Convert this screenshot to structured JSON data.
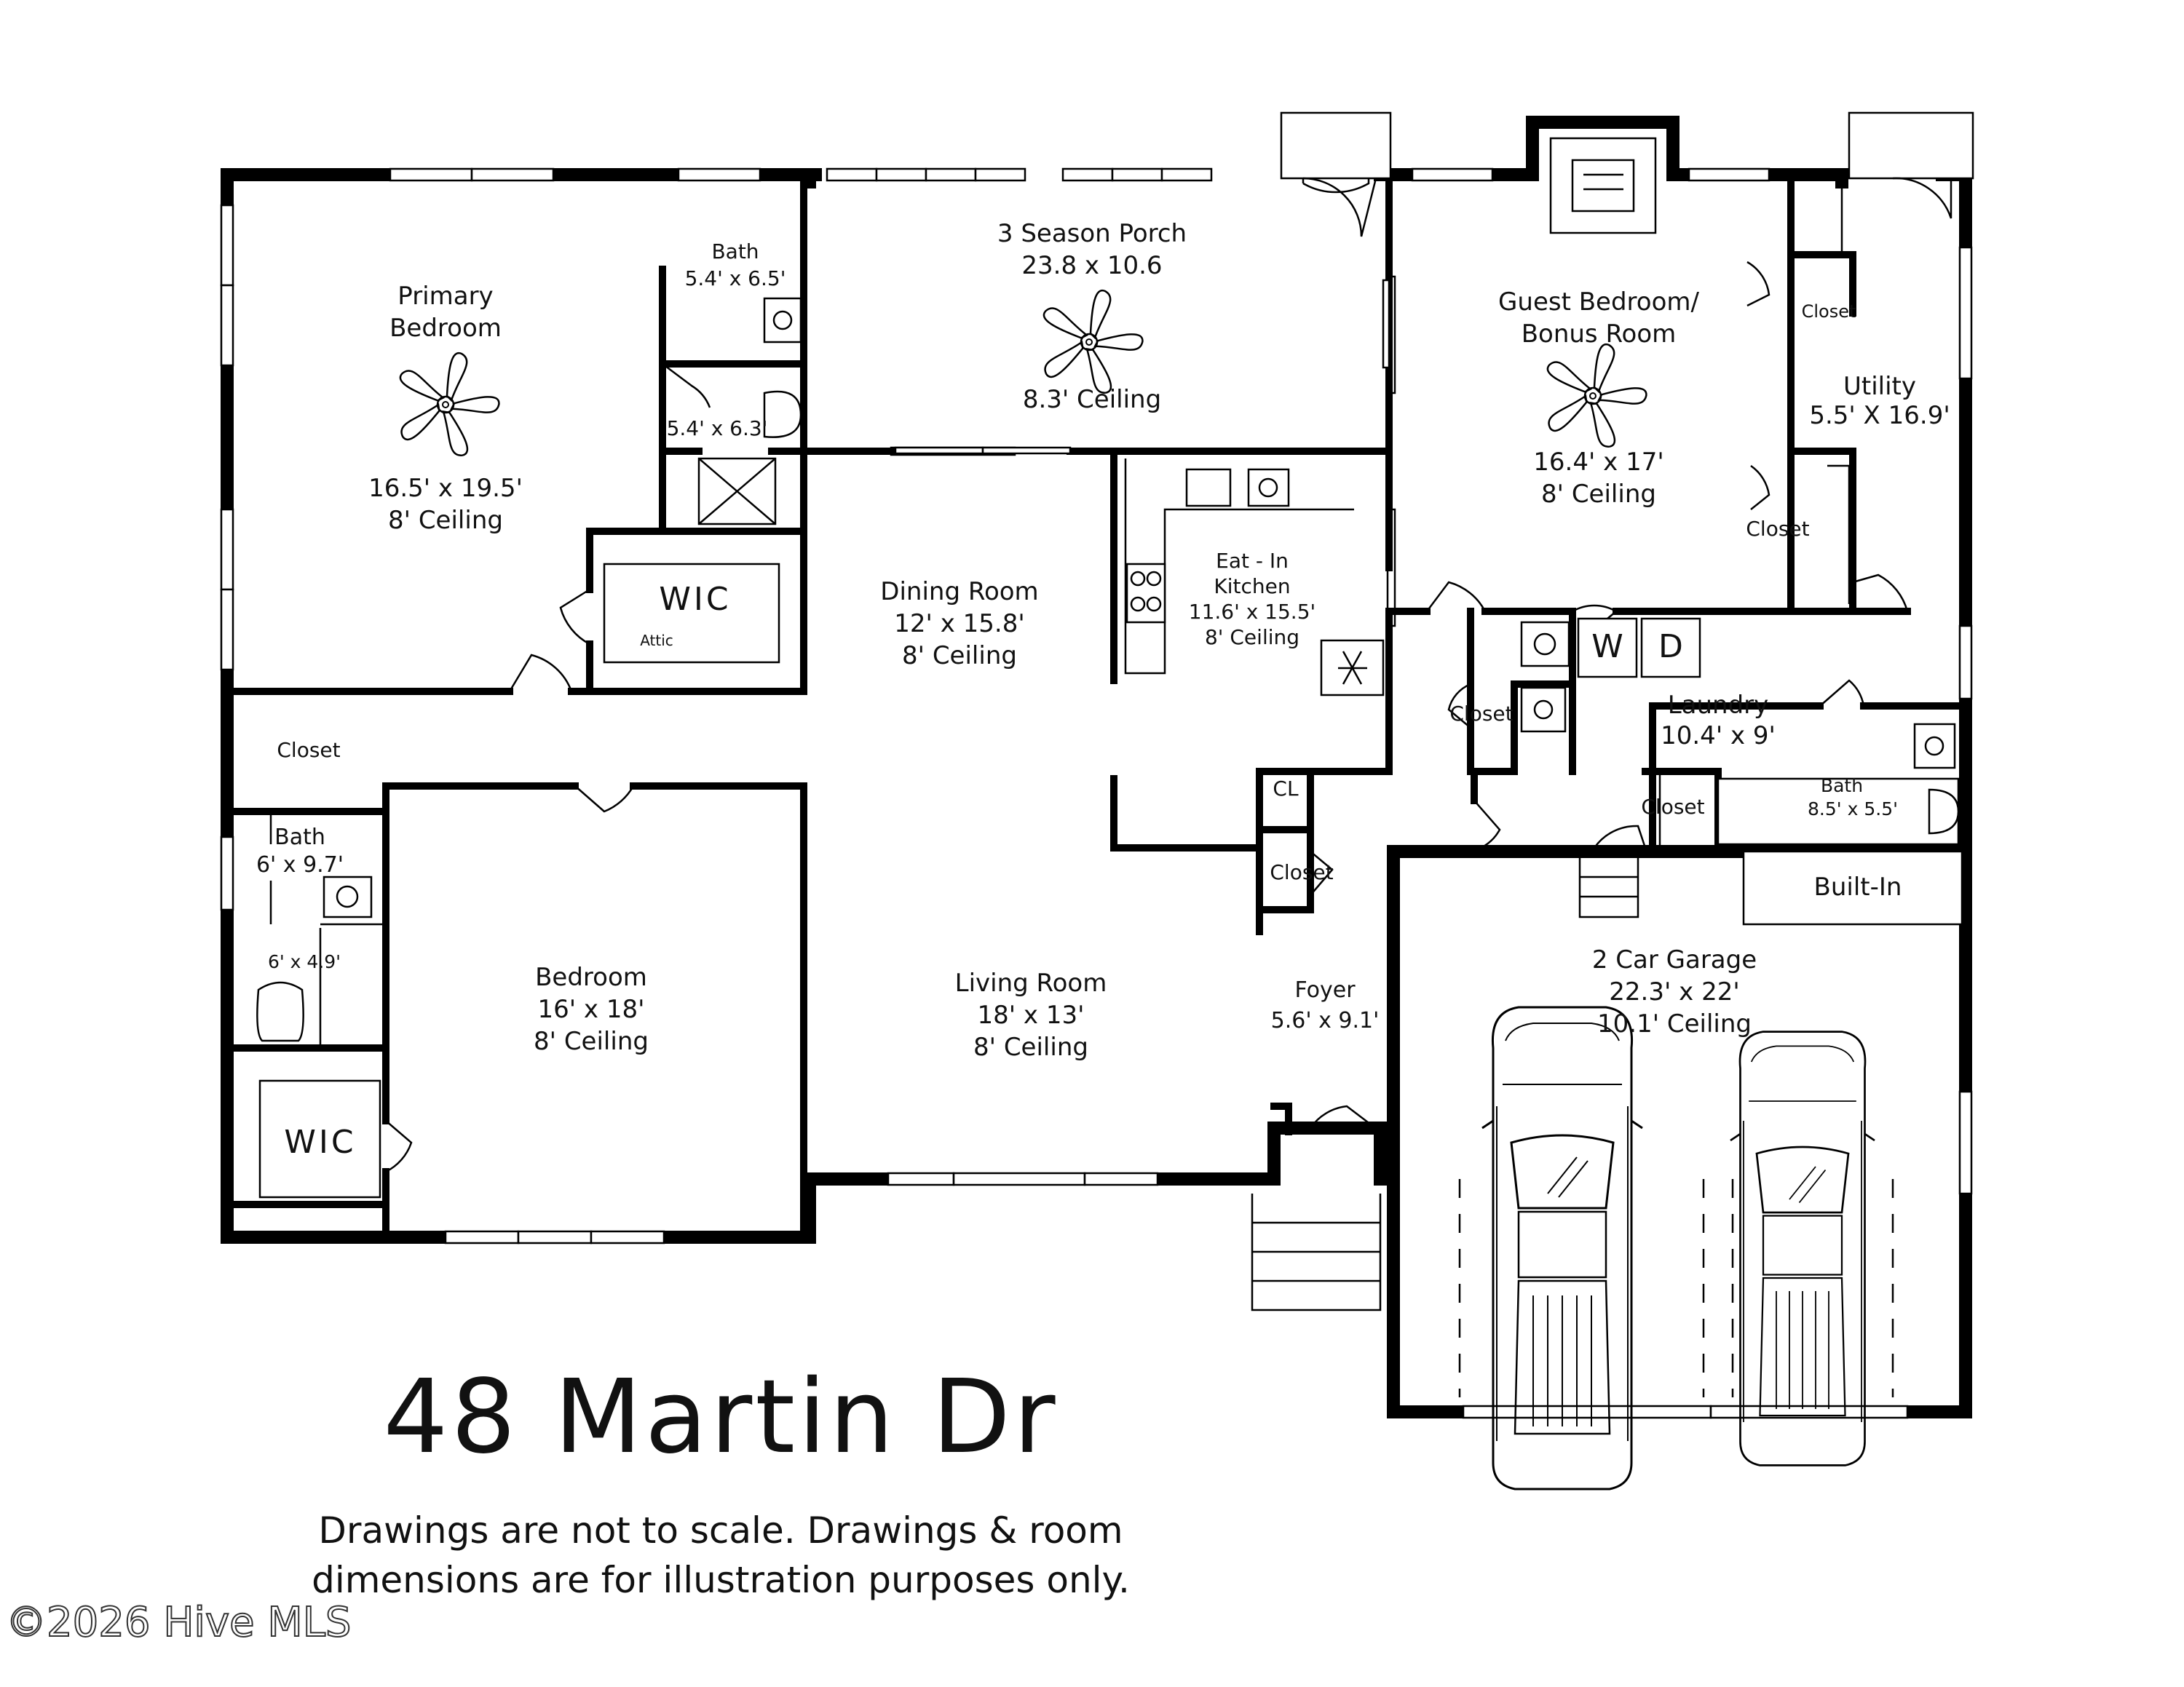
{
  "title": "48 Martin Dr",
  "disclaimer": {
    "line1": "Drawings are not to scale. Drawings & room",
    "line2": "dimensions are for illustration purposes only."
  },
  "watermark": "©2026 Hive MLS",
  "rooms": {
    "primary_bedroom": {
      "name1": "Primary",
      "name2": "Bedroom",
      "dims": "16.5' x 19.5'",
      "ceiling": "8' Ceiling"
    },
    "primary_bath": {
      "name": "Bath",
      "dims": "5.4' x 6.5'"
    },
    "primary_shower": {
      "dims": "5.4' x 6.3'"
    },
    "primary_wic": {
      "name": "WIC",
      "attic": "Attic"
    },
    "porch": {
      "name": "3 Season Porch",
      "dims": "23.8 x 10.6",
      "ceiling": "8.3' Ceiling"
    },
    "guest_bedroom": {
      "name1": "Guest Bedroom/",
      "name2": "Bonus Room",
      "dims": "16.4' x 17'",
      "ceiling": "8' Ceiling"
    },
    "utility": {
      "name": "Utility",
      "dims": "5.5' X 16.9'",
      "closet_top": "Closet",
      "closet_lower": "Closet"
    },
    "dining_room": {
      "name": "Dining Room",
      "dims": "12' x 15.8'",
      "ceiling": "8' Ceiling"
    },
    "kitchen": {
      "name1": "Eat - In",
      "name2": "Kitchen",
      "dims": "11.6' x 15.5'",
      "ceiling": "8' Ceiling"
    },
    "laundry": {
      "name": "Laundry",
      "dims": "10.4' x 9'",
      "washer": "W",
      "dryer": "D",
      "closet_left": "Closet",
      "closet_right": "Closet"
    },
    "bath_east": {
      "name": "Bath",
      "dims": "8.5' x 5.5'"
    },
    "hall_closet": {
      "name": "Closet"
    },
    "bath_west": {
      "name": "Bath",
      "dims": "6' x 9.7'"
    },
    "shower_west": {
      "dims": "6' x 4.9'"
    },
    "bedroom": {
      "name": "Bedroom",
      "dims": "16' x 18'",
      "ceiling": "8' Ceiling"
    },
    "bedroom_wic": {
      "name": "WIC"
    },
    "living_room": {
      "name": "Living Room",
      "dims": "18' x 13'",
      "ceiling": "8' Ceiling"
    },
    "foyer": {
      "name": "Foyer",
      "dims": "5.6' x 9.1'",
      "cl": "CL",
      "closet": "Closet"
    },
    "garage": {
      "name": "2 Car Garage",
      "dims": "22.3' x 22'",
      "ceiling": "10.1' Ceiling",
      "builtin": "Built-In"
    }
  }
}
